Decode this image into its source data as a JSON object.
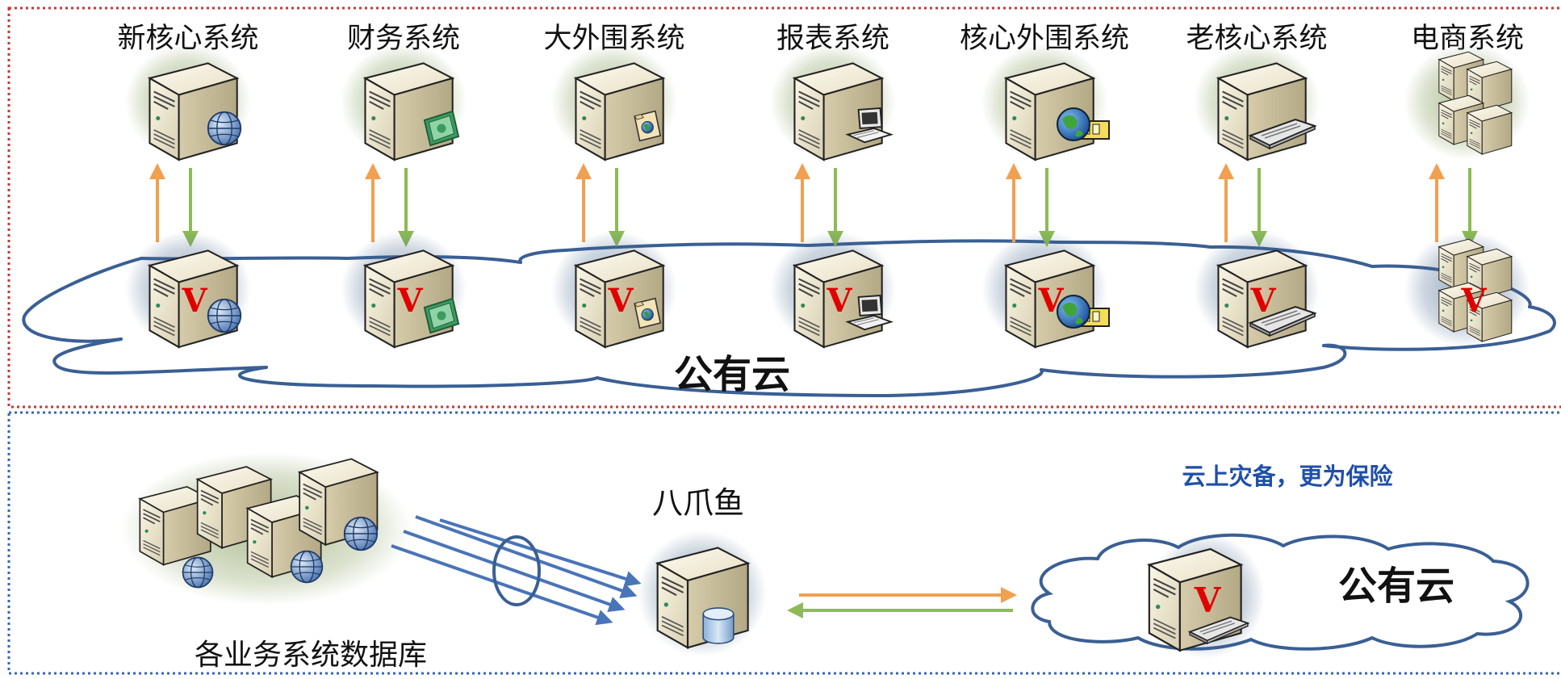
{
  "top_section": {
    "cloud_label": "公有云",
    "systems": [
      {
        "name": "新核心系统",
        "accessory": "globe-icon",
        "badge": "V"
      },
      {
        "name": "财务系统",
        "accessory": "money-icon",
        "badge": "V"
      },
      {
        "name": "大外围系统",
        "accessory": "folder-globe-icon",
        "badge": "V"
      },
      {
        "name": "报表系统",
        "accessory": "workstation-icon",
        "badge": "V"
      },
      {
        "name": "核心外围系统",
        "accessory": "globe-folder-icon",
        "badge": "V"
      },
      {
        "name": "老核心系统",
        "accessory": "hard-drive-icon",
        "badge": "V"
      },
      {
        "name": "电商系统",
        "accessory": "server-cluster-icon",
        "badge": "V"
      }
    ]
  },
  "bottom_section": {
    "db_label": "各业务系统数据库",
    "hub_label": "八爪鱼",
    "slogan": "云上灾备，更为保险",
    "cloud_label": "公有云",
    "cloud_badge": "V"
  },
  "colors": {
    "upload_arrow": "#f0a050",
    "download_arrow": "#8dbb55",
    "cloud_outline": "#3a5f94",
    "top_border": "#c03a3a",
    "bottom_border": "#3a64b0",
    "badge": "#e00000",
    "slogan": "#1f4fa8"
  }
}
